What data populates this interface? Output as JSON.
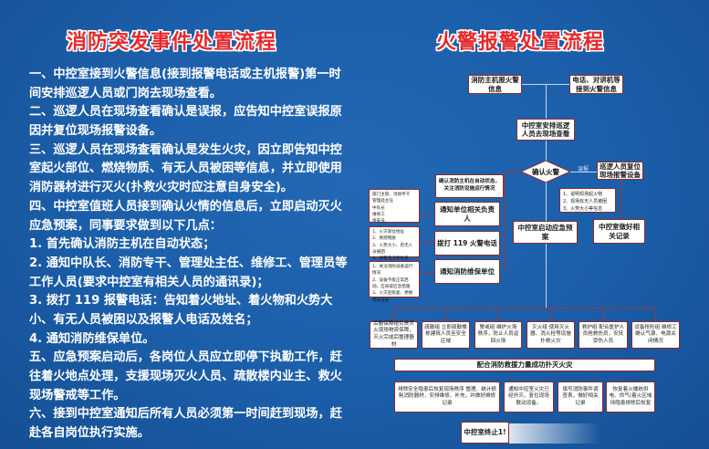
{
  "left": {
    "title": "消防突发事件处置流程",
    "lines": [
      "一、中控室接到火警信息(接到报警电话或主机报警)第一时",
      "间安排巡逻人员或门岗去现场查看。",
      "二、巡逻人员在现场查看确认是误报，应告知中控室误报原",
      "因并复位现场报警设备。",
      "三、巡逻人员在现场查看确认是发生火灾，因立即告知中控",
      "室起火部位、燃烧物质、有无人员被困等信息，并立即使用",
      "消防器材进行灭火(扑救火灾时应注意自身安全)。",
      "四、中控室值班人员接到确认火情的信息后，立即启动灭火",
      "应急预案，同事要求做到以下几点：",
      "1. 首先确认消防主机在自动状态；",
      "2. 通知中队长、消防专干、管理处主任、维修工、管理员等",
      "工作人员(要求中控室有相关人员的通讯录)；",
      "3. 拨打 119 报警电话：告知着火地址、着火物和火势大",
      "小、有无人员被困以及报警人电话及姓名；",
      "4. 通知消防维保单位。",
      "五、应急预案启动后，各岗位人员应立即停下执勤工作，赶",
      "往着火地点处理，支援现场灭火人员、疏散楼内业主、救火",
      "现场警戒等工作。",
      "六、接到中控室通知后所有人员必须第一时间赶到现场，赶",
      "赴各自岗位执行实施。"
    ]
  },
  "right": {
    "title": "火警报警处置流程",
    "host_alarm": "消防主机报火警信息",
    "phone_alarm": "电话、对讲机等接到火警信息",
    "dispatch_patrol": "中控室安排巡逻人员去现场查看",
    "confirm": "确认火警",
    "false_alarm_label": "误报",
    "reset_device": "巡逻人员复位现场报警设备",
    "confirm_host": "确认消防主机在自动状态，关注消防设施运行情况",
    "notify_manager": "通知单位相关负责人",
    "call_119": "拨打 119 火警电话",
    "notify_maintenance": "通知消防维保单位",
    "notes_manager": "部门主管、消防专干\n管理处主任\n中队长\n维修工\n保安员",
    "notes_119": "1、火灾单位地址\n2、燃烧物质\n3、火势大小、有无人员被困\n4、报警电话和姓名",
    "notes_maintenance": "1、关注消防设备运行情况\n2、设备不能正常启动，应采取应急措施\n3、火灾后恢复、更换相关设备",
    "start_plan": "中控室启动应急预案",
    "report_info": "1、说明现场起火物\n2、现场有无人员被困\n3、火势大小等信息",
    "record": "中控室做好相关记录",
    "teams": [
      "后勤保障组负责灭火现场物资保障，灭火完成后整理器材",
      "疏散组 立即疏散楼栋建筑人员至安全区域",
      "警戒组 维护火场秩序，防止人员返回火场",
      "灭火组 使用灭火器、消火栓等设施扑救火灾",
      "救护组 配合医护人员抢救伤员，安抚受伤人员",
      "设备抢险组 维修工确认气源、电源关闭情况"
    ],
    "cooperate": "配合消防救援力量成功扑灭火灾",
    "after": [
      "排除安全隐患后恢复现场秩序 整理、统计损耗消防器材，安排维修、补充，并做好维修记录",
      "通知中控室火灾已经扑灭，复位现场联动设备。",
      "填写消防事件调查表，做好相关记录",
      "恢复着火楼栋供电、供气(着火区域待隐患排除后恢复"
    ],
    "terminate": "中控室终止1!"
  }
}
